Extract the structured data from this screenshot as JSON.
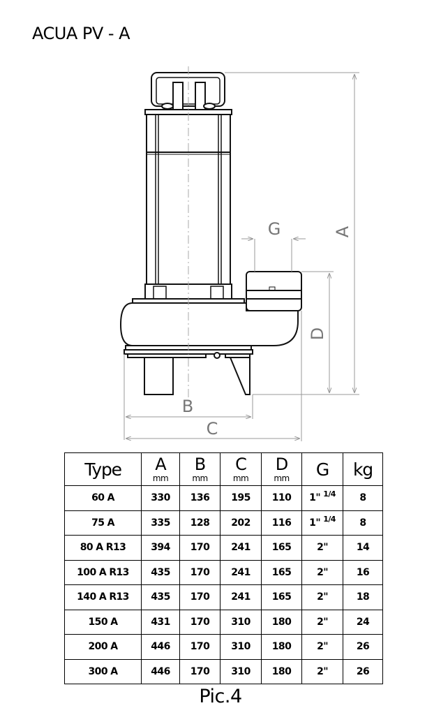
{
  "title": "ACUA PV - A",
  "diagram": {
    "dimension_labels": {
      "A": "A",
      "B": "B",
      "C": "C",
      "D": "D",
      "G": "G"
    }
  },
  "table": {
    "headers": [
      {
        "label": "Type",
        "unit": ""
      },
      {
        "label": "A",
        "unit": "mm"
      },
      {
        "label": "B",
        "unit": "mm"
      },
      {
        "label": "C",
        "unit": "mm"
      },
      {
        "label": "D",
        "unit": "mm"
      },
      {
        "label": "G",
        "unit": ""
      },
      {
        "label": "kg",
        "unit": ""
      }
    ],
    "rows": [
      {
        "type": "60 A",
        "a": "330",
        "b": "136",
        "c": "195",
        "d": "110",
        "g": "1\"",
        "g_frac": "1/4",
        "kg": "8"
      },
      {
        "type": "75 A",
        "a": "335",
        "b": "128",
        "c": "202",
        "d": "116",
        "g": "1\"",
        "g_frac": "1/4",
        "kg": "8"
      },
      {
        "type": "80 A R13",
        "a": "394",
        "b": "170",
        "c": "241",
        "d": "165",
        "g": "2\"",
        "g_frac": "",
        "kg": "14"
      },
      {
        "type": "100 A R13",
        "a": "435",
        "b": "170",
        "c": "241",
        "d": "165",
        "g": "2\"",
        "g_frac": "",
        "kg": "16"
      },
      {
        "type": "140 A R13",
        "a": "435",
        "b": "170",
        "c": "241",
        "d": "165",
        "g": "2\"",
        "g_frac": "",
        "kg": "18"
      },
      {
        "type": "150 A",
        "a": "431",
        "b": "170",
        "c": "310",
        "d": "180",
        "g": "2\"",
        "g_frac": "",
        "kg": "24"
      },
      {
        "type": "200 A",
        "a": "446",
        "b": "170",
        "c": "310",
        "d": "180",
        "g": "2\"",
        "g_frac": "",
        "kg": "26"
      },
      {
        "type": "300 A",
        "a": "446",
        "b": "170",
        "c": "310",
        "d": "180",
        "g": "2\"",
        "g_frac": "",
        "kg": "26"
      }
    ]
  },
  "caption": "Pic.4"
}
